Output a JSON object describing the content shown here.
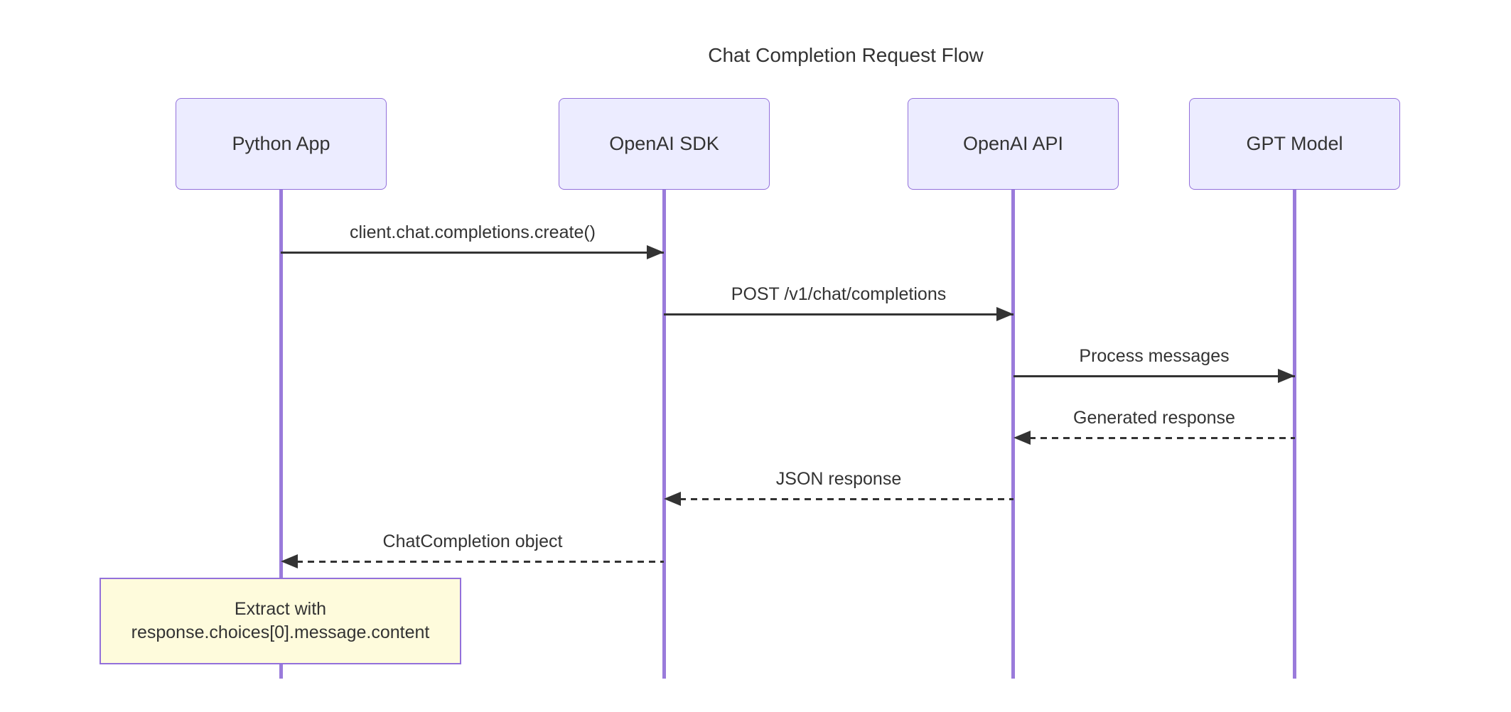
{
  "diagram": {
    "type": "sequence",
    "title": "Chat Completion Request Flow"
  },
  "actors": [
    {
      "label": "Python App"
    },
    {
      "label": "OpenAI SDK"
    },
    {
      "label": "OpenAI API"
    },
    {
      "label": "GPT Model"
    }
  ],
  "messages": [
    {
      "from": "Python App",
      "to": "OpenAI SDK",
      "label": "client.chat.completions.create()",
      "line_style": "solid",
      "direction": "right"
    },
    {
      "from": "OpenAI SDK",
      "to": "OpenAI API",
      "label": "POST /v1/chat/completions",
      "line_style": "solid",
      "direction": "right"
    },
    {
      "from": "OpenAI API",
      "to": "GPT Model",
      "label": "Process messages",
      "line_style": "solid",
      "direction": "right"
    },
    {
      "from": "GPT Model",
      "to": "OpenAI API",
      "label": "Generated response",
      "line_style": "dashed",
      "direction": "left"
    },
    {
      "from": "OpenAI API",
      "to": "OpenAI SDK",
      "label": "JSON response",
      "line_style": "dashed",
      "direction": "left"
    },
    {
      "from": "OpenAI SDK",
      "to": "Python App",
      "label": "ChatCompletion object",
      "line_style": "dashed",
      "direction": "left"
    }
  ],
  "note": {
    "over": "Python App",
    "lines": [
      "Extract with",
      "response.choices[0].message.content"
    ]
  },
  "colors": {
    "actor_fill": "#ECECFF",
    "actor_border": "#9370DB",
    "lifeline": "#9A7BDB",
    "note_fill": "#FEFBDC",
    "note_border": "#9370DB",
    "arrow": "#333333",
    "text": "#333333",
    "background": "#FFFFFF"
  }
}
